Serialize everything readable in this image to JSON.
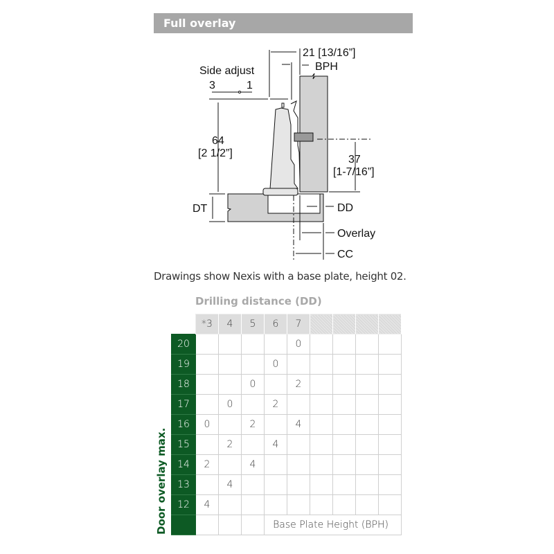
{
  "header": {
    "title": "Full overlay"
  },
  "diagram": {
    "dim_21": "21 [13/16”]",
    "bph": "BPH",
    "side_adjust": "Side adjust",
    "side_3": "3",
    "side_1": "1",
    "dim_64": "64",
    "dim_64_in": "[2 1/2”]",
    "dim_37": "37",
    "dim_37_in": "[1-7/16”]",
    "dt": "DT",
    "dd": "DD",
    "overlay": "Overlay",
    "cc": "CC"
  },
  "caption": "Drawings show Nexis with a base plate, height 02.",
  "table": {
    "title": "Drilling distance (DD)",
    "columns": [
      "*3",
      "4",
      "5",
      "6",
      "7",
      "",
      "",
      "",
      ""
    ],
    "rows": [
      {
        "label": "20",
        "cells": [
          "",
          "",
          "",
          "",
          "0",
          "",
          "",
          "",
          ""
        ]
      },
      {
        "label": "19",
        "cells": [
          "",
          "",
          "",
          "0",
          "",
          "",
          "",
          "",
          ""
        ]
      },
      {
        "label": "18",
        "cells": [
          "",
          "",
          "0",
          "",
          "2",
          "",
          "",
          "",
          ""
        ]
      },
      {
        "label": "17",
        "cells": [
          "",
          "0",
          "",
          "2",
          "",
          "",
          "",
          "",
          ""
        ]
      },
      {
        "label": "16",
        "cells": [
          "0",
          "",
          "2",
          "",
          "4",
          "",
          "",
          "",
          ""
        ]
      },
      {
        "label": "15",
        "cells": [
          "",
          "2",
          "",
          "4",
          "",
          "",
          "",
          "",
          ""
        ]
      },
      {
        "label": "14",
        "cells": [
          "2",
          "",
          "4",
          "",
          "",
          "",
          "",
          "",
          ""
        ]
      },
      {
        "label": "13",
        "cells": [
          "",
          "4",
          "",
          "",
          "",
          "",
          "",
          "",
          ""
        ]
      },
      {
        "label": "12",
        "cells": [
          "4",
          "",
          "",
          "",
          "",
          "",
          "",
          "",
          ""
        ]
      }
    ],
    "footer": "Base Plate Height (BPH)",
    "row_axis_label": "Door overlay max."
  }
}
